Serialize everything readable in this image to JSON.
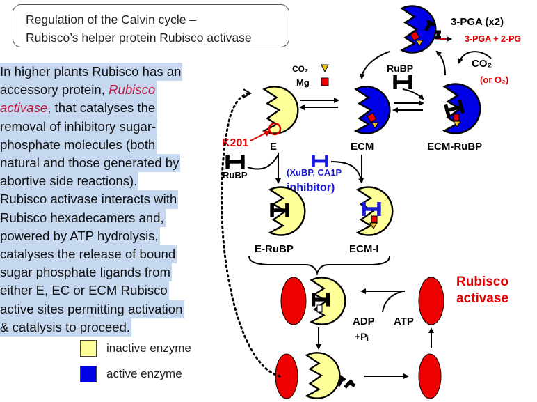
{
  "title": {
    "line1": "Regulation of the Calvin cycle –",
    "line2": "Rubisco’s helper protein Rubisco activase"
  },
  "body": {
    "l1": "In higher plants Rubisco has an",
    "l2a": "accessory protein, ",
    "l2b": "Rubisco",
    "l3a": "activase",
    "l3b": ", that catalyses the",
    "l4": "removal of inhibitory sugar-",
    "l5": "phosphate molecules (both",
    "l6": "natural and those generated by",
    "l7": "abortive side reactions).",
    "l8": "Rubisco activase interacts with",
    "l9": "Rubisco hexadecamers and,",
    "l10": "powered by ATP hydrolysis,",
    "l11": "catalyses the release of bound",
    "l12": "sugar phosphate ligands from",
    "l13": "either E, EC or ECM Rubisco",
    "l14": "active sites permitting activation",
    "l15": "& catalysis to proceed."
  },
  "legend": {
    "inactive": "inactive enzyme",
    "active": "active enzyme"
  },
  "colors": {
    "inactive": "#ffff99",
    "active": "#0000e6",
    "activase": "#ee0000",
    "label_red": "#e00000",
    "label_blue": "#1a1ad8"
  },
  "labels": {
    "pga_x2": "3-PGA (x2)",
    "pga_pg": "3-PGA + 2-PG",
    "co2": "CO₂",
    "or_o2": "(or O₂)",
    "co2_small": "CO₂",
    "mg": "Mg",
    "rubp_top": "RuBP",
    "e": "E",
    "ecm": "ECM",
    "ecm_rubp": "ECM-RuBP",
    "k201": "K201",
    "rubp_left": "RuBP",
    "inhibitor_paren": "(XuBP, CA1P",
    "inhibitor": "inhibitor)",
    "e_rubp": "E-RuBP",
    "ecm_i": "ECM-I",
    "adp": "ADP",
    "pi": "+Pᵢ",
    "atp": "ATP",
    "rubisco_activase_1": "Rubisco",
    "rubisco_activase_2": "activase"
  }
}
